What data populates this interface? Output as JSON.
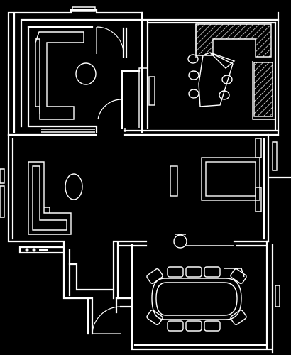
{
  "plan": {
    "rooms": [
      "bedroom",
      "kitchen",
      "living-room",
      "dining-room",
      "entry-hall"
    ],
    "colors": {
      "background": "#000000",
      "line": "#ffffff"
    },
    "furniture": {
      "kitchen_stools": 5,
      "dining_chairs": 10
    }
  }
}
